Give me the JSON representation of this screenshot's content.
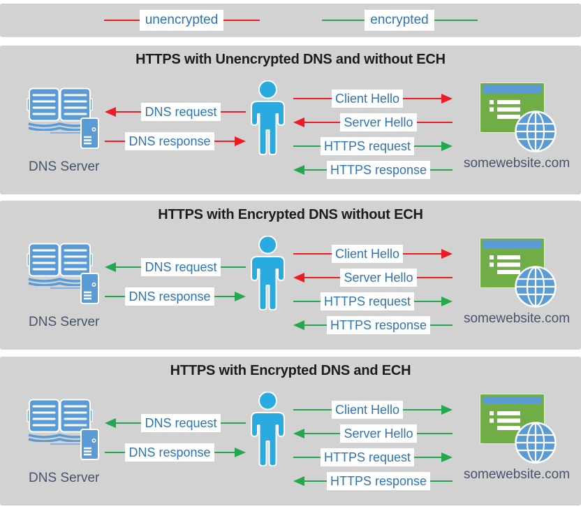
{
  "legend": {
    "items": [
      {
        "label": "unencrypted",
        "color": "red"
      },
      {
        "label": "encrypted",
        "color": "green"
      }
    ]
  },
  "colors": {
    "red": "#ed1c24",
    "green": "#22a84d",
    "panel_background": "#d2d2d2",
    "message_label_text": "#2e74b5",
    "caption_text": "#44546a",
    "icon_blue": "#5b9bd5",
    "person_blue": "#29abe2",
    "website_green": "#70ad47"
  },
  "panels": [
    {
      "title": "HTTPS with Unencrypted DNS and without ECH",
      "dns_server_label": "DNS Server",
      "website_label": "somewebsite.com",
      "dns_messages": [
        {
          "label": "DNS request",
          "direction": "left",
          "color": "red"
        },
        {
          "label": "DNS response",
          "direction": "right",
          "color": "red"
        }
      ],
      "https_messages": [
        {
          "label": "Client Hello",
          "direction": "right",
          "color": "red"
        },
        {
          "label": "Server Hello",
          "direction": "left",
          "color": "red"
        },
        {
          "label": "HTTPS request",
          "direction": "right",
          "color": "green"
        },
        {
          "label": "HTTPS response",
          "direction": "left",
          "color": "green"
        }
      ]
    },
    {
      "title": "HTTPS with Encrypted DNS without ECH",
      "dns_server_label": "DNS Server",
      "website_label": "somewebsite.com",
      "dns_messages": [
        {
          "label": "DNS request",
          "direction": "left",
          "color": "green"
        },
        {
          "label": "DNS response",
          "direction": "right",
          "color": "green"
        }
      ],
      "https_messages": [
        {
          "label": "Client Hello",
          "direction": "right",
          "color": "red"
        },
        {
          "label": "Server Hello",
          "direction": "left",
          "color": "red"
        },
        {
          "label": "HTTPS request",
          "direction": "right",
          "color": "green"
        },
        {
          "label": "HTTPS response",
          "direction": "left",
          "color": "green"
        }
      ]
    },
    {
      "title": "HTTPS with Encrypted DNS and ECH",
      "dns_server_label": "DNS Server",
      "website_label": "somewebsite.com",
      "dns_messages": [
        {
          "label": "DNS request",
          "direction": "left",
          "color": "green"
        },
        {
          "label": "DNS response",
          "direction": "right",
          "color": "green"
        }
      ],
      "https_messages": [
        {
          "label": "Client Hello",
          "direction": "right",
          "color": "green"
        },
        {
          "label": "Server Hello",
          "direction": "left",
          "color": "green"
        },
        {
          "label": "HTTPS request",
          "direction": "right",
          "color": "green"
        },
        {
          "label": "HTTPS response",
          "direction": "left",
          "color": "green"
        }
      ]
    }
  ]
}
